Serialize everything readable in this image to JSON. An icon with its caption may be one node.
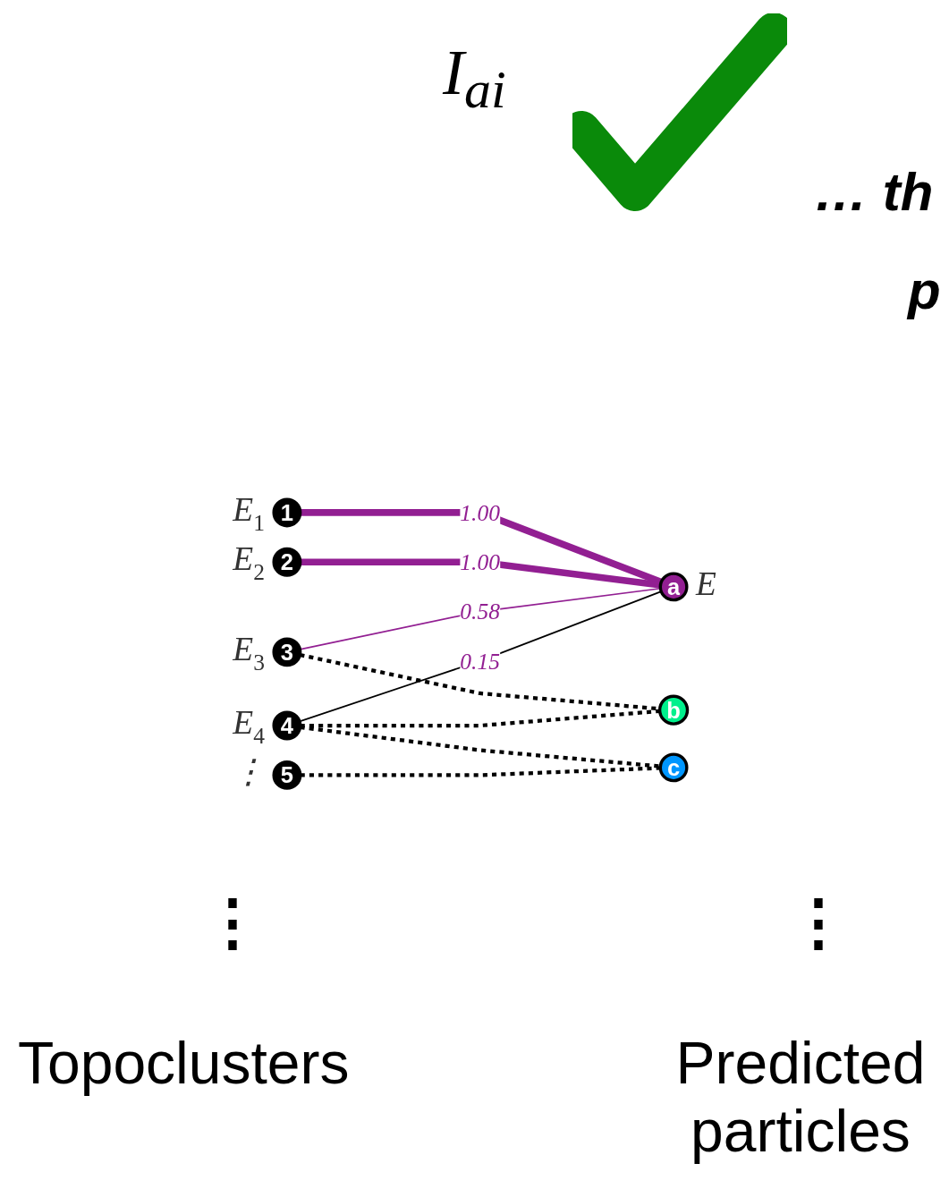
{
  "diagram": {
    "nodes": [
      {
        "text": [
          "1"
        ],
        "beside": [
          "E$_{1}$"
        ]
      },
      {
        "text": [
          "2"
        ],
        "beside": [
          "E$_{2}$"
        ]
      },
      {
        "text": [
          "3"
        ],
        "beside": [
          "E$_{3}$"
        ]
      },
      {
        "text": [
          "4"
        ],
        "beside": [
          "E$_{4}$"
        ]
      },
      {
        "text": [
          "5"
        ],
        "beside": [
          "⋮"
        ]
      },
      {
        "text": [
          "a"
        ],
        "beside": [
          "E"
        ]
      },
      {
        "text": [
          "b"
        ]
      },
      {
        "text": [
          "c"
        ]
      }
    ],
    "edges": [
      {
        "from": 0,
        "to": 5,
        "arrow": "none",
        "label": "1.00",
        "style": "thick",
        "color": "#921f92"
      },
      {
        "from": 1,
        "to": 5,
        "arrow": "none",
        "label": "1.00",
        "style": "thick",
        "color": "#921f92"
      },
      {
        "from": 2,
        "to": 5,
        "arrow": "none",
        "label": "0.58",
        "color": "#921f92"
      },
      {
        "from": 3,
        "to": 5,
        "arrow": "none",
        "label": "0.15"
      },
      {
        "from": 2,
        "to": 6,
        "arrow": "none",
        "style": "dashed"
      },
      {
        "from": 3,
        "to": 6,
        "arrow": "none",
        "style": "dashed"
      },
      {
        "from": 3,
        "to": 7,
        "arrow": "none",
        "style": "dashed"
      },
      {
        "from": 4,
        "to": 7,
        "arrow": "none",
        "style": "dashed"
      }
    ],
    "labels": [
      "I$_{ai}$",
      "… th",
      "p",
      "⋮",
      "⋮",
      "Topoclusters",
      "Predicted particles"
    ]
  }
}
